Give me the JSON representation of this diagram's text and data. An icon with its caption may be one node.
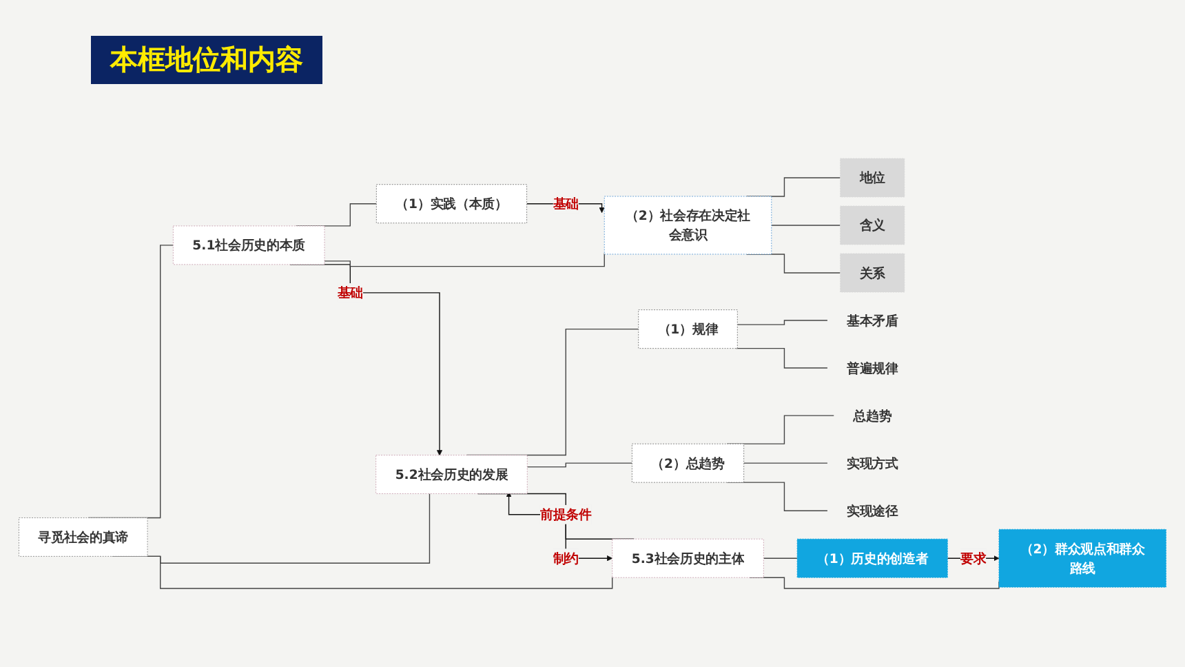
{
  "diagram": {
    "title": "本框地位和内容",
    "nodes": [
      {
        "text": [
          "寻觅社会的真谛"
        ]
      },
      {
        "text": [
          "5.1社会历史的本质"
        ]
      },
      {
        "text": [
          "5.2社会历史的发展"
        ]
      },
      {
        "text": [
          "5.3社会历史的主体"
        ]
      },
      {
        "text": [
          "（1）实践（本质）"
        ]
      },
      {
        "text": [
          "（2）社会存在决定社会意识"
        ]
      },
      {
        "text": [
          "地位"
        ]
      },
      {
        "text": [
          "含义"
        ]
      },
      {
        "text": [
          "关系"
        ]
      },
      {
        "text": [
          "（1）规律"
        ]
      },
      {
        "text": [
          "（2）总趋势"
        ]
      },
      {
        "text": [
          "基本矛盾"
        ]
      },
      {
        "text": [
          "普遍规律"
        ]
      },
      {
        "text": [
          "总趋势"
        ]
      },
      {
        "text": [
          "实现方式"
        ]
      },
      {
        "text": [
          "实现途径"
        ]
      },
      {
        "text": [
          "（1）历史的创造者"
        ]
      },
      {
        "text": [
          "（2）群众观点和群众路线"
        ]
      }
    ],
    "edges": [
      {
        "from": 0,
        "to": 1,
        "arrow": "none"
      },
      {
        "from": 0,
        "to": 2,
        "arrow": "none"
      },
      {
        "from": 0,
        "to": 3,
        "arrow": "none"
      },
      {
        "from": 1,
        "to": 2,
        "arrow": "to",
        "label": "基础"
      },
      {
        "from": 2,
        "to": 3,
        "arrow": "to",
        "label": "制约"
      },
      {
        "from": 3,
        "to": 2,
        "arrow": "to",
        "label": "前提条件"
      },
      {
        "from": 1,
        "to": 4,
        "arrow": "none"
      },
      {
        "from": 1,
        "to": 5,
        "arrow": "none"
      },
      {
        "from": 4,
        "to": 5,
        "arrow": "to",
        "label": "基础"
      },
      {
        "from": 5,
        "to": 6,
        "arrow": "none"
      },
      {
        "from": 5,
        "to": 7,
        "arrow": "none"
      },
      {
        "from": 5,
        "to": 8,
        "arrow": "none"
      },
      {
        "from": 2,
        "to": 9,
        "arrow": "none"
      },
      {
        "from": 2,
        "to": 10,
        "arrow": "none"
      },
      {
        "from": 9,
        "to": 11,
        "arrow": "none"
      },
      {
        "from": 9,
        "to": 12,
        "arrow": "none"
      },
      {
        "from": 10,
        "to": 13,
        "arrow": "none"
      },
      {
        "from": 10,
        "to": 14,
        "arrow": "none"
      },
      {
        "from": 10,
        "to": 15,
        "arrow": "none"
      },
      {
        "from": 3,
        "to": 16,
        "arrow": "none"
      },
      {
        "from": 3,
        "to": 17,
        "arrow": "none"
      },
      {
        "from": 16,
        "to": 17,
        "arrow": "to",
        "label": "要求"
      }
    ]
  }
}
